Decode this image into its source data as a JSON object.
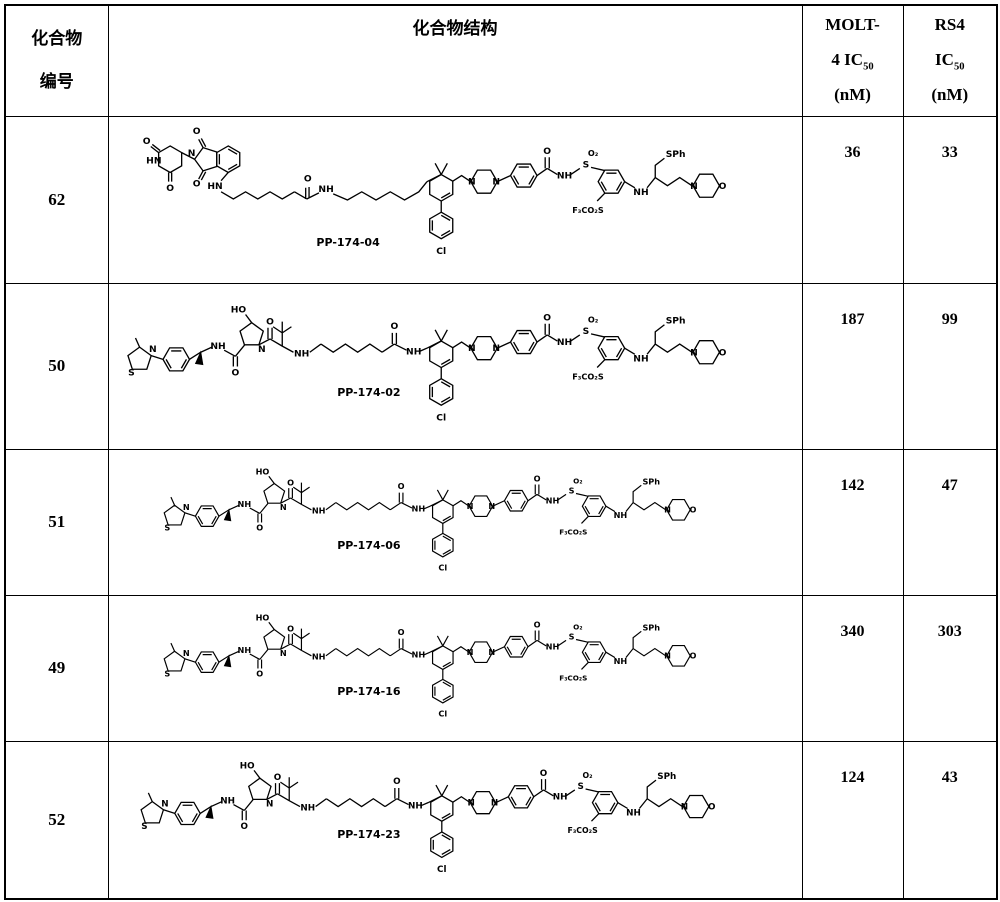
{
  "table": {
    "header": {
      "compound_no_line1": "化合物",
      "compound_no_line2": "编号",
      "structure": "化合物结构",
      "molt4_line1": "MOLT-",
      "molt4_line2_prefix": "4 IC",
      "molt4_sub": "50",
      "molt4_line3": "(nM)",
      "rs4_line1": "RS4",
      "rs4_line2_prefix": "IC",
      "rs4_sub": "50",
      "rs4_line3": "(nM)"
    },
    "rows": [
      {
        "id": "62",
        "structure_label": "PP-174-04",
        "molt4": "36",
        "rs4": "33"
      },
      {
        "id": "50",
        "structure_label": "PP-174-02",
        "molt4": "187",
        "rs4": "99"
      },
      {
        "id": "51",
        "structure_label": "PP-174-06",
        "molt4": "142",
        "rs4": "47"
      },
      {
        "id": "49",
        "structure_label": "PP-174-16",
        "molt4": "340",
        "rs4": "303"
      },
      {
        "id": "52",
        "structure_label": "PP-174-23",
        "molt4": "124",
        "rs4": "43"
      }
    ]
  },
  "atoms": {
    "O": "O",
    "O2": "O₂",
    "N": "N",
    "NH": "NH",
    "HN": "HN",
    "HO": "HO",
    "S": "S",
    "SPh": "SPh",
    "F3CO2S": "F₃CO₂S",
    "Cl": "Cl"
  }
}
